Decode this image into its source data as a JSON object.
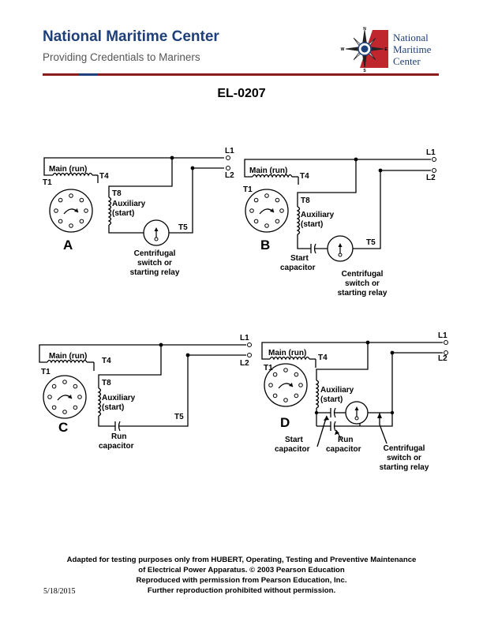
{
  "header": {
    "title": "National Maritime Center",
    "subtitle": "Providing Credentials to Mariners",
    "logo_lines": [
      "National",
      "Maritime",
      "Center"
    ],
    "compass_letters": [
      "N",
      "W",
      "E",
      "S"
    ],
    "brand_color": "#1f3f7a",
    "rule_color": "#8b1a1a"
  },
  "doc_code": "EL-0207",
  "labels": {
    "l1": "L1",
    "l2": "L2",
    "main_run": "Main (run)",
    "t1": "T1",
    "t4": "T4",
    "t8": "T8",
    "t5": "T5",
    "auxiliary": "Auxiliary",
    "start_paren": "(start)",
    "centrifugal": "Centrifugal",
    "switch_or": "switch or",
    "starting_relay": "starting relay",
    "start": "Start",
    "capacitor": "capacitor",
    "run": "Run"
  },
  "diagrams": [
    {
      "id": "A",
      "letter": "A"
    },
    {
      "id": "B",
      "letter": "B"
    },
    {
      "id": "C",
      "letter": "C"
    },
    {
      "id": "D",
      "letter": "D"
    }
  ],
  "footer": {
    "lines": [
      "Adapted for testing purposes only from HUBERT, Operating, Testing and Preventive Maintenance",
      "of Electrical Power Apparatus. © 2003 Pearson Education",
      "Reproduced with permission from Pearson Education, Inc.",
      "Further reproduction prohibited without permission."
    ]
  },
  "date": "5/18/2015"
}
